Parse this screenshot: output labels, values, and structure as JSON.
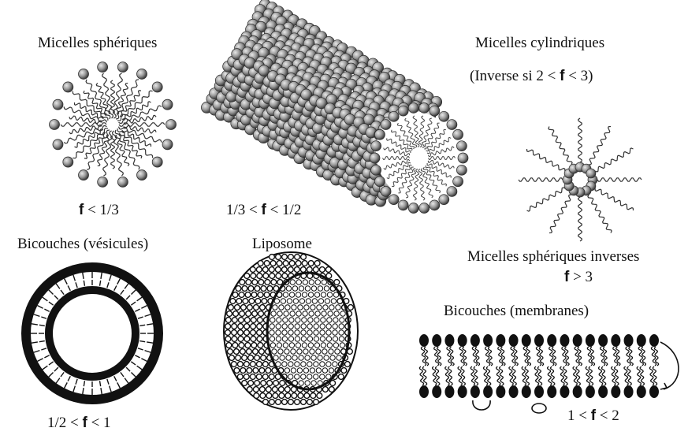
{
  "labels": {
    "spherical_title": "Micelles sphériques",
    "spherical_cond_f": "f",
    "spherical_cond_rest": " < 1/3",
    "cylinder_cond_pre": "1/3 <  ",
    "cylinder_cond_f": "f",
    "cylinder_cond_post": " < 1/2",
    "cylindrical_title": "Micelles cylindriques",
    "cylindrical_inverse_pre": "(Inverse si  2 < ",
    "cylindrical_inverse_f": "f",
    "cylindrical_inverse_post": " < 3)",
    "vesicle_title": "Bicouches (vésicules)",
    "vesicle_cond_pre": "1/2 < ",
    "vesicle_cond_f": "f",
    "vesicle_cond_post": " < 1",
    "liposome_title": "Liposome",
    "inverse_title": "Micelles sphériques inverses",
    "inverse_cond_f": "f",
    "inverse_cond_rest": " > 3",
    "membrane_title": "Bicouches (membranes)",
    "membrane_cond_pre": "1 < ",
    "membrane_cond_f": "f",
    "membrane_cond_post": " < 2"
  },
  "colors": {
    "sphere_head": "#9a9a9a",
    "sphere_shade": "#4a4a4a",
    "ink": "#111111",
    "background": "#ffffff"
  }
}
